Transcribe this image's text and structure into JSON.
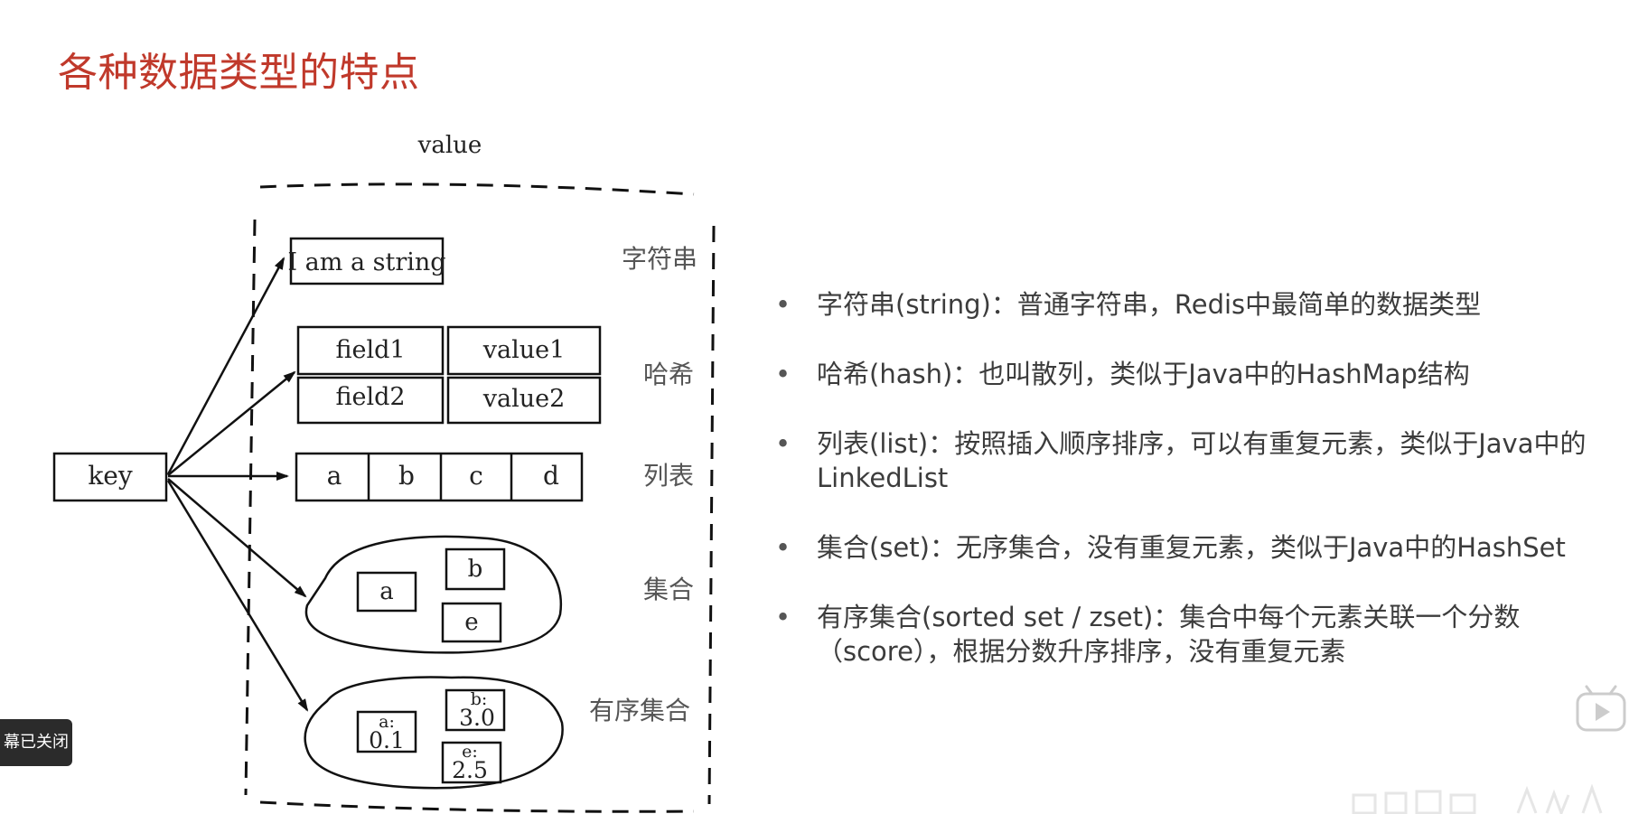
{
  "slide": {
    "title": "各种数据类型的特点"
  },
  "diagram": {
    "value_label": "value",
    "key_label": "key",
    "string": {
      "text": "I am a string",
      "type_label": "字符串"
    },
    "hash": {
      "type_label": "哈希",
      "rows": [
        {
          "field": "field1",
          "value": "value1"
        },
        {
          "field": "field2",
          "value": "value2"
        }
      ]
    },
    "list": {
      "type_label": "列表",
      "items": [
        "a",
        "b",
        "c",
        "d"
      ]
    },
    "set": {
      "type_label": "集合",
      "items": [
        "a",
        "b",
        "e"
      ]
    },
    "zset": {
      "type_label": "有序集合",
      "items": [
        {
          "member": "a:",
          "score": "0.1"
        },
        {
          "member": "b:",
          "score": "3.0"
        },
        {
          "member": "e:",
          "score": "2.5"
        }
      ]
    }
  },
  "bullets": [
    "字符串(string)：普通字符串，Redis中最简单的数据类型",
    "哈希(hash)：也叫散列，类似于Java中的HashMap结构",
    "列表(list)：按照插入顺序排序，可以有重复元素，类似于Java中的LinkedList",
    "集合(set)：无序集合，没有重复元素，类似于Java中的HashSet",
    "有序集合(sorted set / zset)：集合中每个元素关联一个分数（score），根据分数升序排序，没有重复元素"
  ],
  "overlay": {
    "subtitle_toast": "幕已关闭"
  },
  "icons": {
    "play": "play-icon"
  },
  "colors": {
    "title": "#c0392b",
    "text": "#3c3c3c",
    "ink": "#111111"
  }
}
